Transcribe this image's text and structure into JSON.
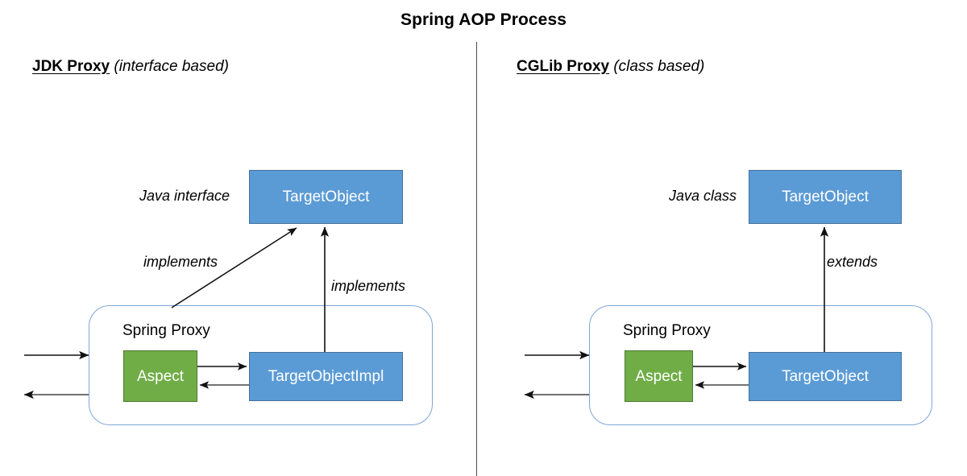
{
  "diagram": {
    "title": "Spring AOP Process",
    "accent_blue": "#5B9BD5",
    "accent_blue_border": "#41719C",
    "accent_green": "#70AD47",
    "accent_green_border": "#4E7A31",
    "panel_border": "#7FA6D6",
    "divider_color": "#4D4D4D",
    "arrow_color": "#000000"
  },
  "left": {
    "heading_strong": "JDK Proxy",
    "heading_sub": "(interface based)",
    "stereotype_label": "Java interface",
    "target_node": "TargetObject",
    "panel_label": "Spring Proxy",
    "aspect_node": "Aspect",
    "impl_node": "TargetObjectImpl",
    "relation_diagonal": "implements",
    "relation_vertical": "implements"
  },
  "right": {
    "heading_strong": "CGLib Proxy",
    "heading_sub": "(class based)",
    "stereotype_label": "Java class",
    "target_node": "TargetObject",
    "panel_label": "Spring Proxy",
    "aspect_node": "Aspect",
    "impl_node": "TargetObject",
    "relation_vertical": "extends"
  }
}
